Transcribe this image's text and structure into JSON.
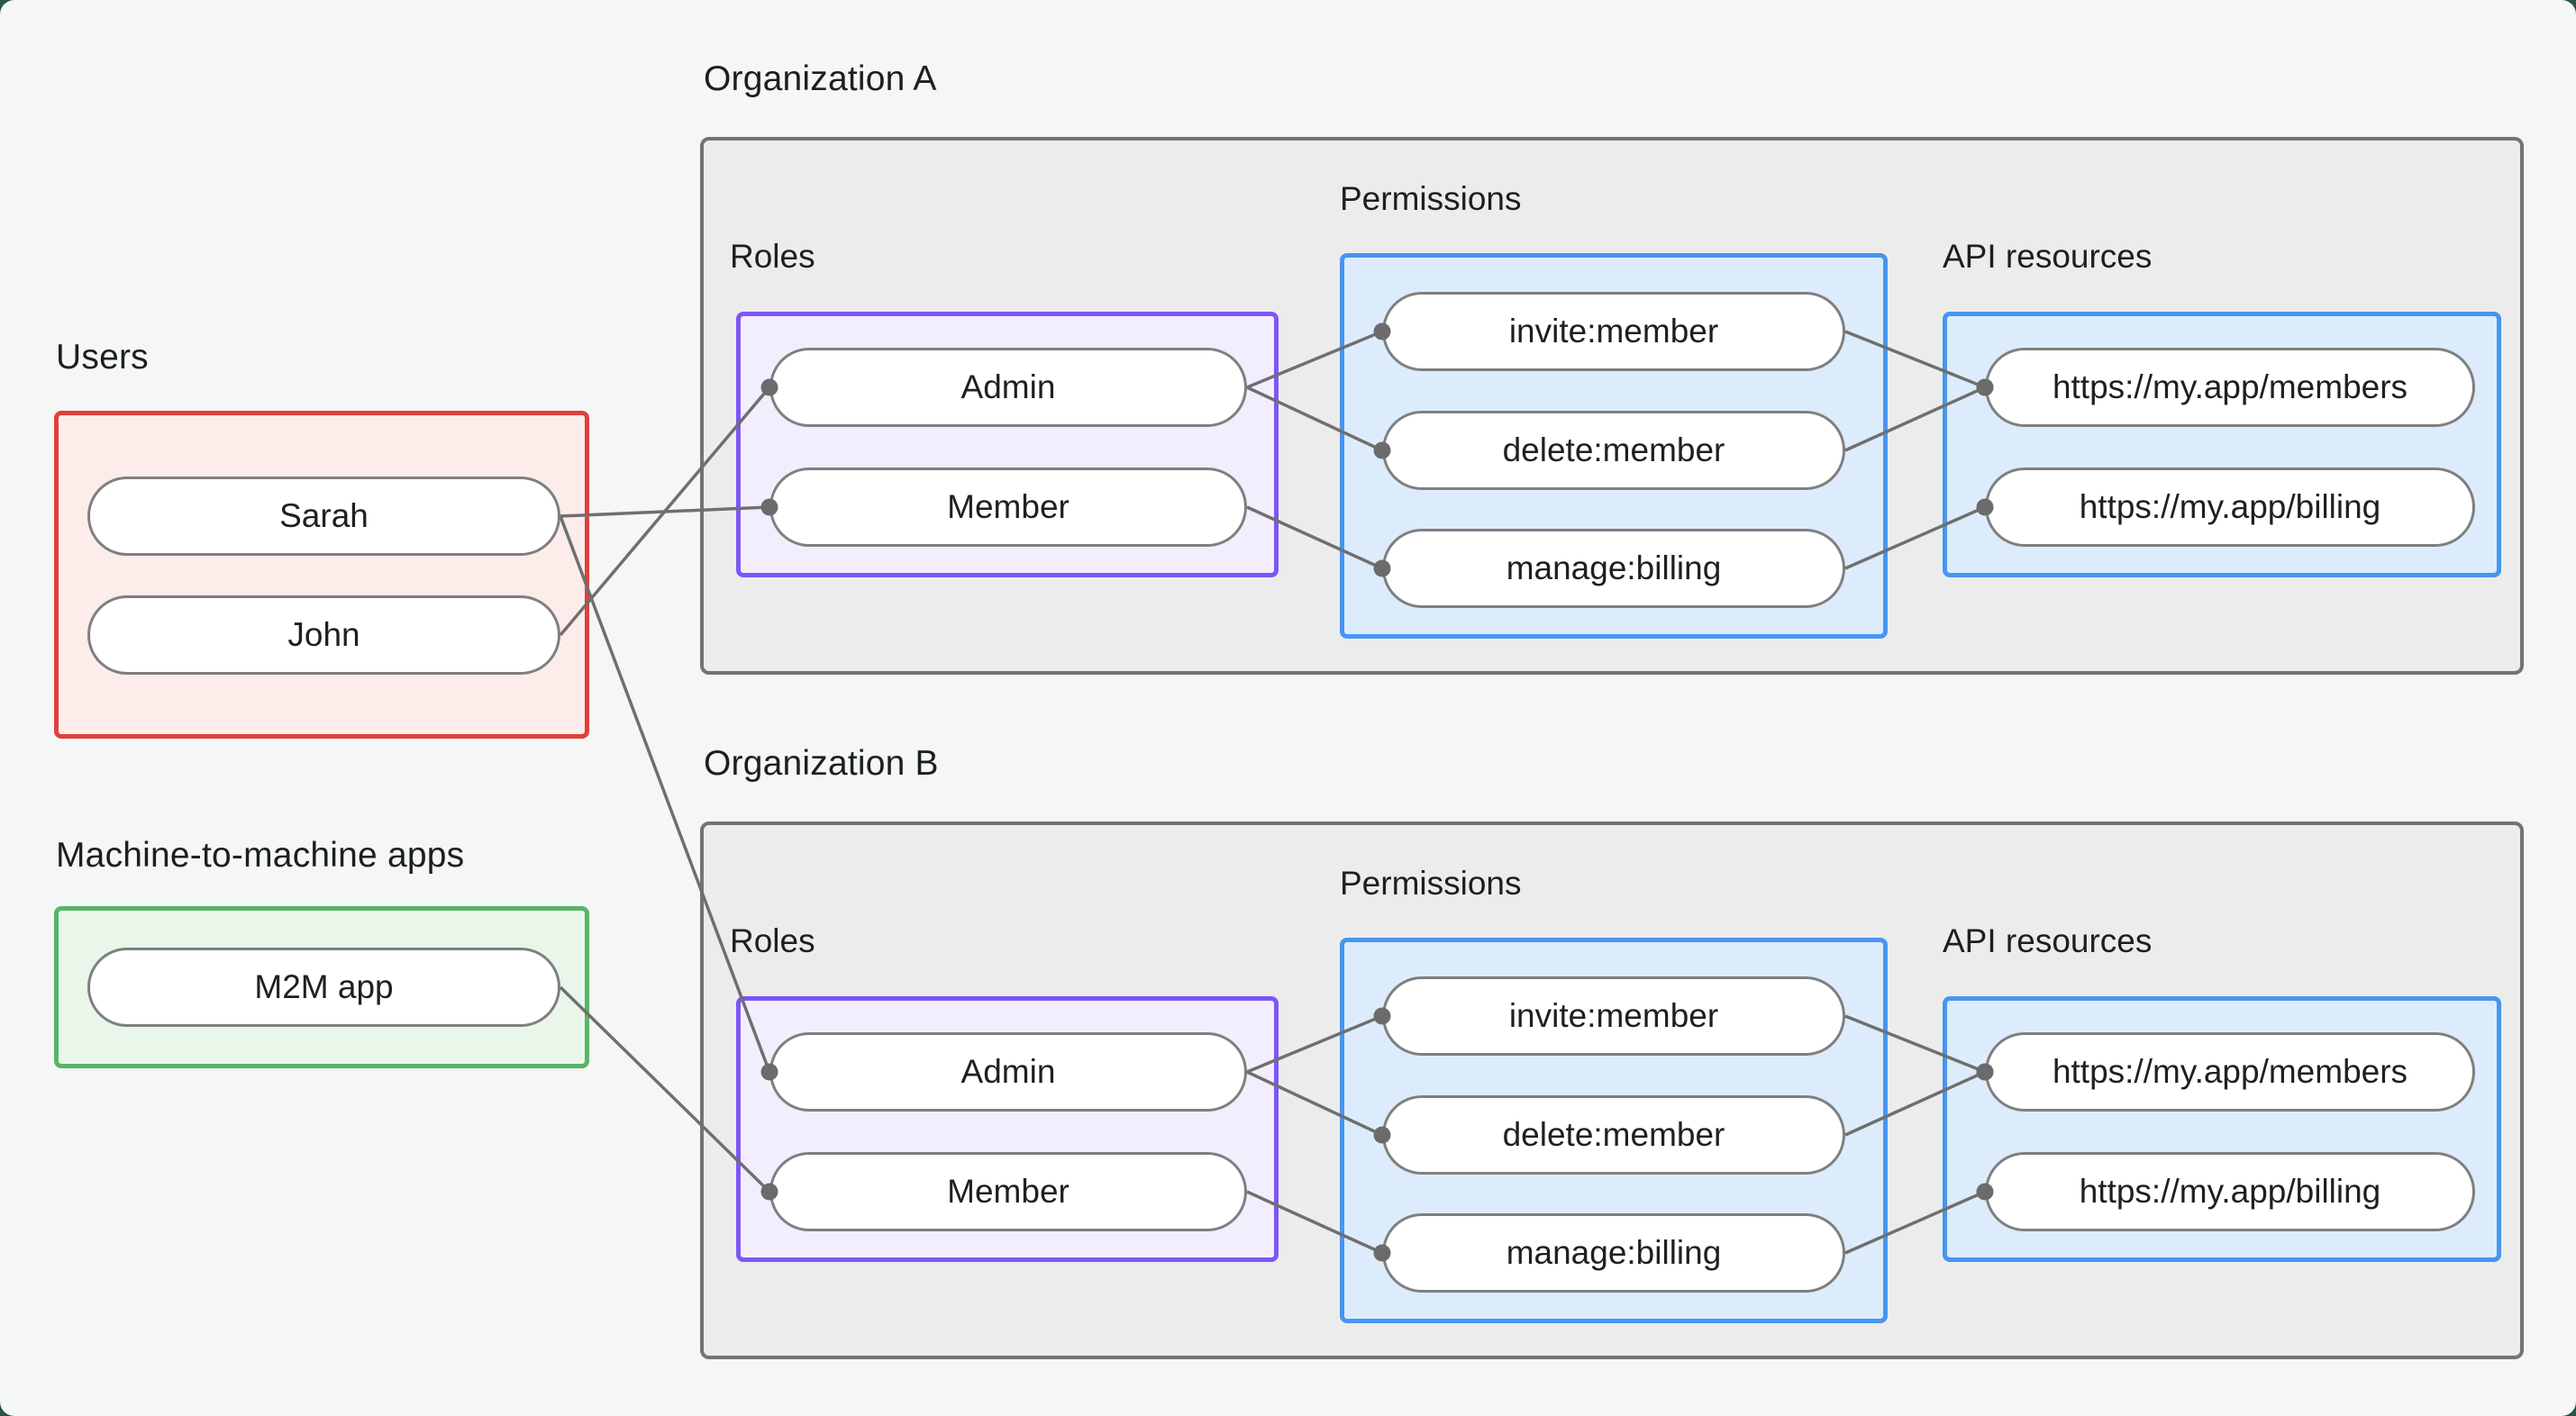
{
  "page": {
    "background": "#f5f6f6",
    "outer_background": "#2a5743"
  },
  "colors": {
    "line": "#6f6f6f",
    "dot": "#6b6b6b",
    "text": "#1c1f22",
    "users_border": "#e0403a",
    "users_fill": "#fcecea",
    "m2m_border": "#57b567",
    "m2m_fill": "#eaf6ea",
    "org_border": "#737373",
    "org_fill": "#ececec",
    "roles_border": "#7b57f6",
    "roles_fill": "#f3eefd",
    "permissions_border": "#4795f2",
    "permissions_fill": "#ddecfc",
    "pill_border": "#7f7f7f",
    "pill_fill": "#ffffff"
  },
  "users_group": {
    "label": "Users",
    "items": [
      {
        "id": "user-sarah",
        "label": "Sarah"
      },
      {
        "id": "user-john",
        "label": "John"
      }
    ]
  },
  "m2m_group": {
    "label": "Machine-to-machine apps",
    "items": [
      {
        "id": "m2m-app",
        "label": "M2M app"
      }
    ]
  },
  "organizations": [
    {
      "title": "Organization A",
      "roles_label": "Roles",
      "permissions_label": "Permissions",
      "api_label": "API resources",
      "roles": [
        {
          "id": "orgA-role-admin",
          "label": "Admin"
        },
        {
          "id": "orgA-role-member",
          "label": "Member"
        }
      ],
      "permissions": [
        {
          "id": "orgA-perm-invite",
          "label": "invite:member"
        },
        {
          "id": "orgA-perm-delete",
          "label": "delete:member"
        },
        {
          "id": "orgA-perm-manage",
          "label": "manage:billing"
        }
      ],
      "api_resources": [
        {
          "id": "orgA-api-members",
          "label": "https://my.app/members"
        },
        {
          "id": "orgA-api-billing",
          "label": "https://my.app/billing"
        }
      ]
    },
    {
      "title": "Organization B",
      "roles_label": "Roles",
      "permissions_label": "Permissions",
      "api_label": "API resources",
      "roles": [
        {
          "id": "orgB-role-admin",
          "label": "Admin"
        },
        {
          "id": "orgB-role-member",
          "label": "Member"
        }
      ],
      "permissions": [
        {
          "id": "orgB-perm-invite",
          "label": "invite:member"
        },
        {
          "id": "orgB-perm-delete",
          "label": "delete:member"
        },
        {
          "id": "orgB-perm-manage",
          "label": "manage:billing"
        }
      ],
      "api_resources": [
        {
          "id": "orgB-api-members",
          "label": "https://my.app/members"
        },
        {
          "id": "orgB-api-billing",
          "label": "https://my.app/billing"
        }
      ]
    }
  ],
  "connections": [
    {
      "from": "user-sarah",
      "to": "orgA-role-member"
    },
    {
      "from": "user-john",
      "to": "orgA-role-admin"
    },
    {
      "from": "user-sarah",
      "to": "orgB-role-admin"
    },
    {
      "from": "m2m-app",
      "to": "orgB-role-member"
    },
    {
      "from": "orgA-role-admin",
      "to": "orgA-perm-invite"
    },
    {
      "from": "orgA-role-admin",
      "to": "orgA-perm-delete"
    },
    {
      "from": "orgA-role-member",
      "to": "orgA-perm-manage"
    },
    {
      "from": "orgA-perm-invite",
      "to": "orgA-api-members"
    },
    {
      "from": "orgA-perm-delete",
      "to": "orgA-api-members"
    },
    {
      "from": "orgA-perm-manage",
      "to": "orgA-api-billing"
    },
    {
      "from": "orgB-role-admin",
      "to": "orgB-perm-invite"
    },
    {
      "from": "orgB-role-admin",
      "to": "orgB-perm-delete"
    },
    {
      "from": "orgB-role-member",
      "to": "orgB-perm-manage"
    },
    {
      "from": "orgB-perm-invite",
      "to": "orgB-api-members"
    },
    {
      "from": "orgB-perm-delete",
      "to": "orgB-api-members"
    },
    {
      "from": "orgB-perm-manage",
      "to": "orgB-api-billing"
    }
  ]
}
